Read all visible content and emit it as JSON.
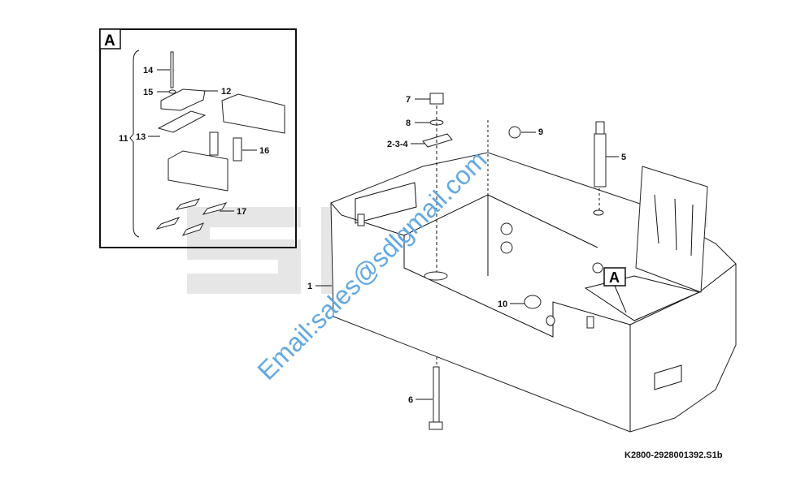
{
  "watermark": {
    "brand": "SDLG",
    "email": "Email:sales@sdlgmail.com",
    "email_color": "#63a9e3"
  },
  "inset": {
    "title": "A",
    "labels": {
      "p14": "14",
      "p15": "15",
      "p12": "12",
      "p11": "11",
      "p13": "13",
      "p16": "16",
      "p17": "17"
    }
  },
  "main": {
    "detail_ref": "A",
    "labels": {
      "p7": "7",
      "p8": "8",
      "p234": "2-3-4",
      "p9": "9",
      "p5": "5",
      "p1": "1",
      "p10": "10",
      "p6": "6"
    }
  },
  "drawing_code": "K2800-2928001392.S1b"
}
